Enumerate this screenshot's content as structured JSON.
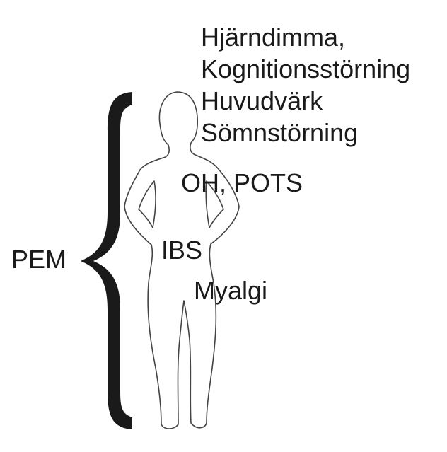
{
  "labels": {
    "head_symptoms": [
      "Hjärndimma,",
      "Kognitionsstörning",
      "Huvudvärk",
      "Sömnstörning"
    ],
    "chest": "OH, POTS",
    "abdomen": "IBS",
    "legs": "Myalgi",
    "brace": "PEM"
  },
  "colors": {
    "text": "#1a1a1a",
    "brace": "#1a1a1a",
    "outline": "#444444",
    "background": "#ffffff"
  }
}
